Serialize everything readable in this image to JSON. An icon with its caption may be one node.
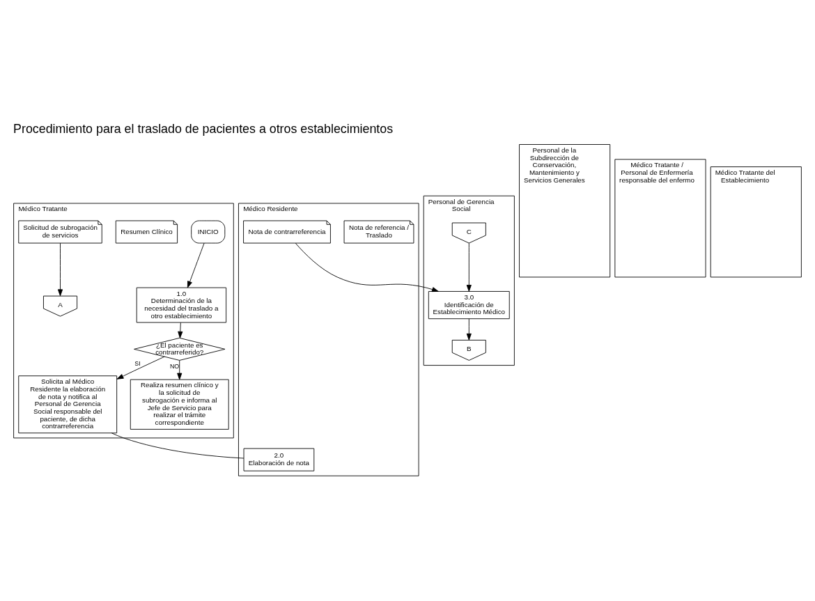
{
  "diagram": {
    "title": "Procedimiento para el traslado de pacientes a otros establecimientos",
    "nodes": [
      {
        "text": [
          "Médico Tratante"
        ]
      },
      {
        "text": [
          "Médico Residente"
        ]
      },
      {
        "text": [
          "Personal de Gerencia Social"
        ]
      },
      {
        "text": [
          "Personal de la Subdirección de Conservación, Mantenimiento y Servicios Generales"
        ]
      },
      {
        "text": [
          "Médico Tratante / Personal de Enfermería responsable del enfermo"
        ]
      },
      {
        "text": [
          "Médico Tratante del Establecimiento"
        ]
      },
      {
        "text": [
          "INICIO"
        ],
        "in": 0
      },
      {
        "text": [
          "1.0",
          "Determinación de la necesidad del traslado a otro establecimiento"
        ],
        "in": 0
      },
      {
        "text": [
          "¿El paciente es contrarreferido?"
        ],
        "in": 0
      },
      {
        "text": [
          "Solicita al Médico Residente la elaboración de nota y notifica al Personal de Gerencia Social responsable del paciente, de dicha contrarreferencia"
        ],
        "in": 0
      },
      {
        "text": [
          "Realiza resumen clínico y la solicitud de subrogación e informa al Jefe de Servicio para realizar el trámite correspondiente"
        ],
        "in": 0
      },
      {
        "text": [
          "Resumen Clínico"
        ],
        "in": 0
      },
      {
        "text": [
          "Solicitud de subrogación de servicios"
        ],
        "in": 0
      },
      {
        "text": [
          "A"
        ],
        "in": 0
      },
      {
        "text": [
          "2.0",
          "Elaboración de nota"
        ],
        "in": 1
      },
      {
        "text": [
          "Nota de referencia / Traslado"
        ],
        "in": 1
      },
      {
        "text": [
          "Nota de contrarreferencia"
        ],
        "in": 1
      },
      {
        "text": [
          "C"
        ],
        "in": 2
      },
      {
        "text": [
          "3.0",
          "Identificación de Establecimiento Médico"
        ],
        "in": 2
      },
      {
        "text": [
          "B"
        ],
        "in": 2
      }
    ],
    "edges": [
      {
        "from": 6,
        "to": 7,
        "arrow": "to"
      },
      {
        "from": 7,
        "to": 8,
        "arrow": "to"
      },
      {
        "from": 8,
        "to": 9,
        "arrow": "to",
        "label": "SI"
      },
      {
        "from": 8,
        "to": 10,
        "arrow": "to",
        "label": "NO"
      },
      {
        "from": 9,
        "to": 14,
        "arrow": "none"
      },
      {
        "from": 12,
        "to": 13,
        "arrow": "to"
      },
      {
        "from": 16,
        "to": 18,
        "arrow": "to"
      },
      {
        "from": 17,
        "to": 18,
        "arrow": "to"
      },
      {
        "from": 18,
        "to": 19,
        "arrow": "to"
      }
    ]
  }
}
